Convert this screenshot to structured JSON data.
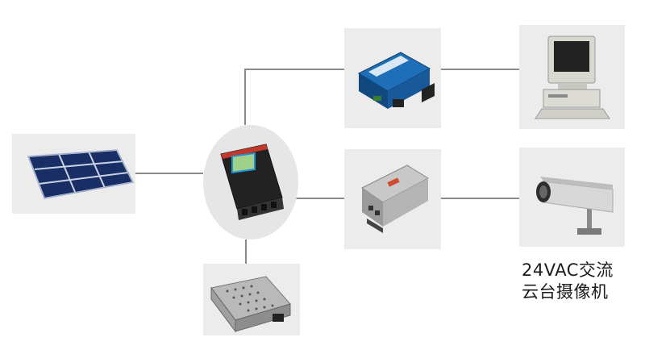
{
  "diagram": {
    "nodes": [
      {
        "id": "solar-panel",
        "icon": "solar-panel-icon"
      },
      {
        "id": "solar-controller",
        "icon": "charge-controller-icon"
      },
      {
        "id": "battery",
        "icon": "battery-box-icon"
      },
      {
        "id": "serial-server",
        "icon": "network-device-icon"
      },
      {
        "id": "computer",
        "icon": "desktop-computer-icon"
      },
      {
        "id": "power-supply",
        "icon": "power-supply-icon"
      },
      {
        "id": "camera",
        "icon": "cctv-camera-icon"
      }
    ],
    "camera_label": {
      "line1": "24VAC交流",
      "line2": "云台摄像机"
    },
    "colors": {
      "panel_bg": "#ececec",
      "connector": "#8a8a8a",
      "controller_accent": "#1f8fd6"
    }
  }
}
